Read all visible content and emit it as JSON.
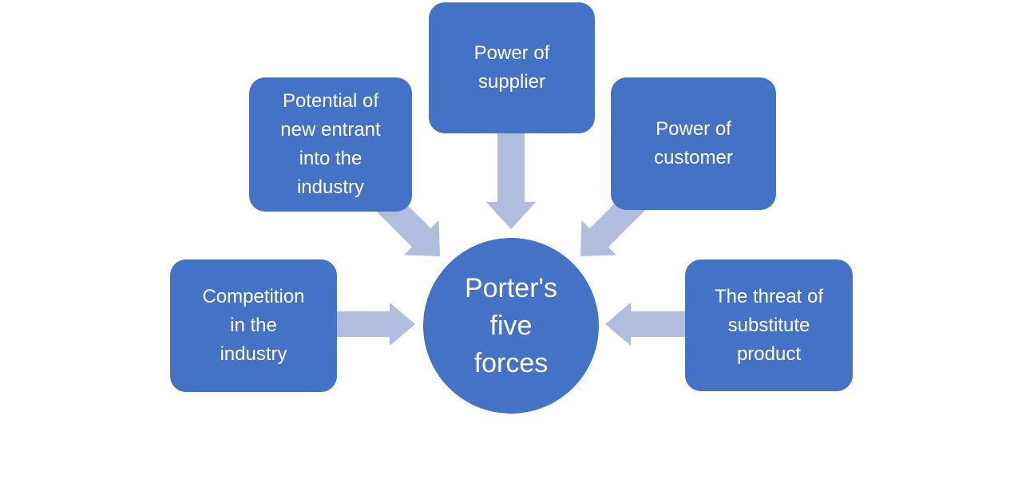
{
  "diagram": {
    "title": "Porter's five forces",
    "type": "converging-radial",
    "center": {
      "label": "Porter's\nfive\nforces"
    },
    "nodes": {
      "supplier": {
        "label": "Power of\nsupplier",
        "position": "top"
      },
      "new_entrant": {
        "label": "Potential of\nnew entrant\ninto the\nindustry",
        "position": "top-left"
      },
      "customer": {
        "label": "Power of\ncustomer",
        "position": "top-right"
      },
      "competition": {
        "label": "Competition\nin the\nindustry",
        "position": "left"
      },
      "substitute": {
        "label": "The threat of\nsubstitute\nproduct",
        "position": "right"
      }
    },
    "arrows": {
      "count": 5,
      "direction": "inward-to-center"
    },
    "colors": {
      "node_fill": "#4472c4",
      "arrow_fill": "#b0bddf",
      "text": "#ffffff",
      "background": "#ffffff"
    }
  }
}
